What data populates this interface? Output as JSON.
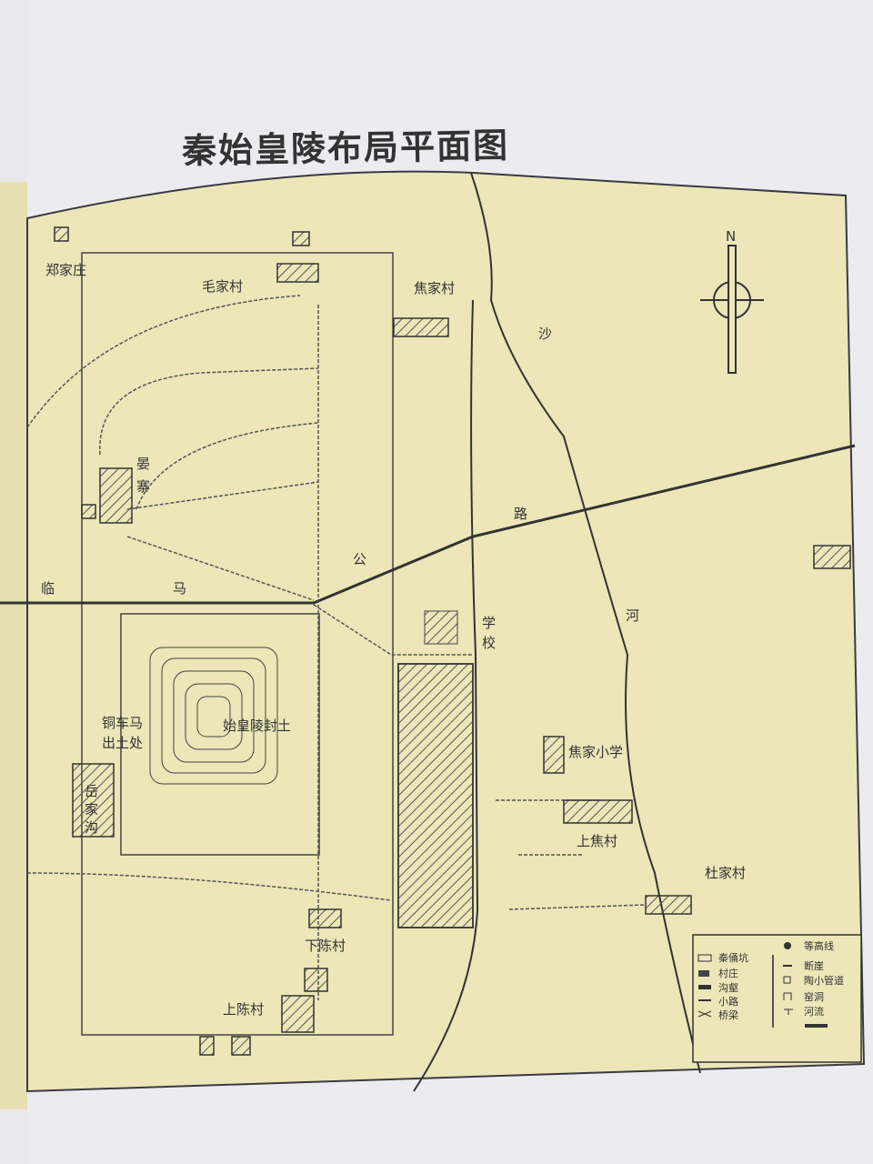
{
  "title": "秦始皇陵布局平面图",
  "north_label": "N",
  "labels": {
    "zhengjiazhuang": "郑家庄",
    "maojiacun": "毛家村",
    "jiaojiacun": "焦家村",
    "yanzhai_1": "晏",
    "yanzhai_2": "寨",
    "lin": "临",
    "ma": "马",
    "gong": "公",
    "lu": "路",
    "sha": "沙",
    "he": "河",
    "xuexiao_1": "学",
    "xuexiao_2": "校",
    "tongchema_1": "铜车马",
    "tongchema_2": "出土处",
    "fengtu": "始皇陵封土",
    "jiaojia_xiaoxue": "焦家小学",
    "shangjiaocun": "上焦村",
    "dujiacun": "杜家村",
    "xiachencun": "下陈村",
    "shangchencun": "上陈村",
    "yuejiagou_1": "岳",
    "yuejiagou_2": "家",
    "yuejiagou_3": "沟"
  },
  "legend": {
    "left": [
      "秦俑坑",
      "村庄",
      "沟壑",
      "小路",
      "桥梁"
    ],
    "right": [
      "等高线",
      "断崖",
      "陶小管道",
      "窑洞",
      "河流"
    ]
  },
  "colors": {
    "map_bg": "#ece6b8",
    "ink": "#3a3a44"
  }
}
